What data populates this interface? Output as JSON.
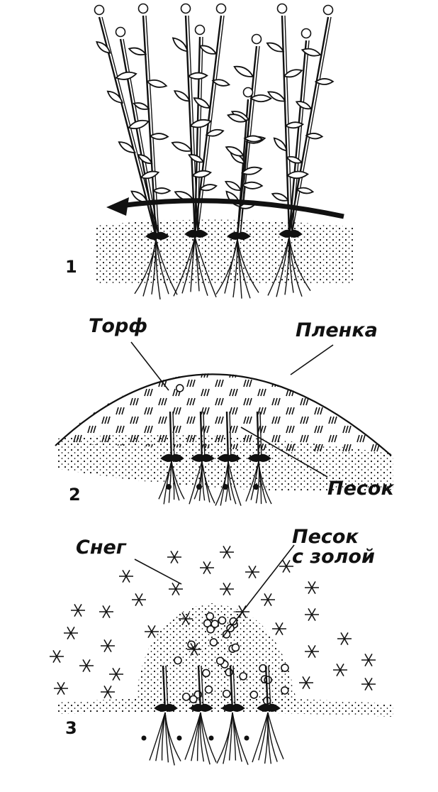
{
  "panels": [
    {
      "number": "1",
      "labels": []
    },
    {
      "number": "2",
      "labels": [
        "Торф",
        "Пленка",
        "Песок"
      ]
    },
    {
      "number": "3",
      "labels": [
        "Снег",
        "Песок с золой"
      ]
    }
  ],
  "colors": {
    "ink": "#111111",
    "paper": "#ffffff"
  }
}
